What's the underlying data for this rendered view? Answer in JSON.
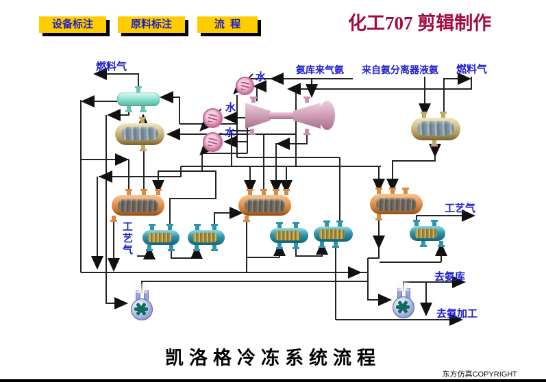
{
  "toolbar": {
    "device_label_button": "设备标注",
    "material_label_button": "原料标注",
    "process_button": "流  程"
  },
  "header": {
    "credit": "化工707 剪辑制作"
  },
  "diagram": {
    "streams": {
      "fuel_gas_left": "燃料气",
      "water_1": "水",
      "water_2": "水",
      "water_3": "水",
      "ammonia_gas_from_storage": "氨库来气氨",
      "liquid_ammonia_from_separator": "来自氨分离器液氨",
      "fuel_gas_right": "燃料气",
      "process_gas_left": "工艺气",
      "process_gas_right": "工艺气",
      "to_ammonia_storage": "去氨库",
      "to_ammonia_processing": "去氨加工"
    },
    "equipment": [
      "fuel-gas-heat-exchanger",
      "ammonia-separator-drum",
      "water-cooler-1",
      "water-cooler-2",
      "water-cooler-3",
      "refrigeration-compressor",
      "ammonia-receiver-drum",
      "flash-drum-1",
      "flash-drum-2",
      "flash-drum-3",
      "chiller-1",
      "chiller-2",
      "chiller-3",
      "chiller-4",
      "chiller-5",
      "ammonia-pump-1",
      "ammonia-pump-2"
    ]
  },
  "footer": {
    "title": "凯洛格冷冻系统流程",
    "copyright": "东方仿真COPYRIGHT"
  },
  "colors": {
    "accent_yellow": "#ffcc00",
    "label_blue": "#2222cc",
    "credit_red": "#a50a3c",
    "line": "#222222"
  }
}
